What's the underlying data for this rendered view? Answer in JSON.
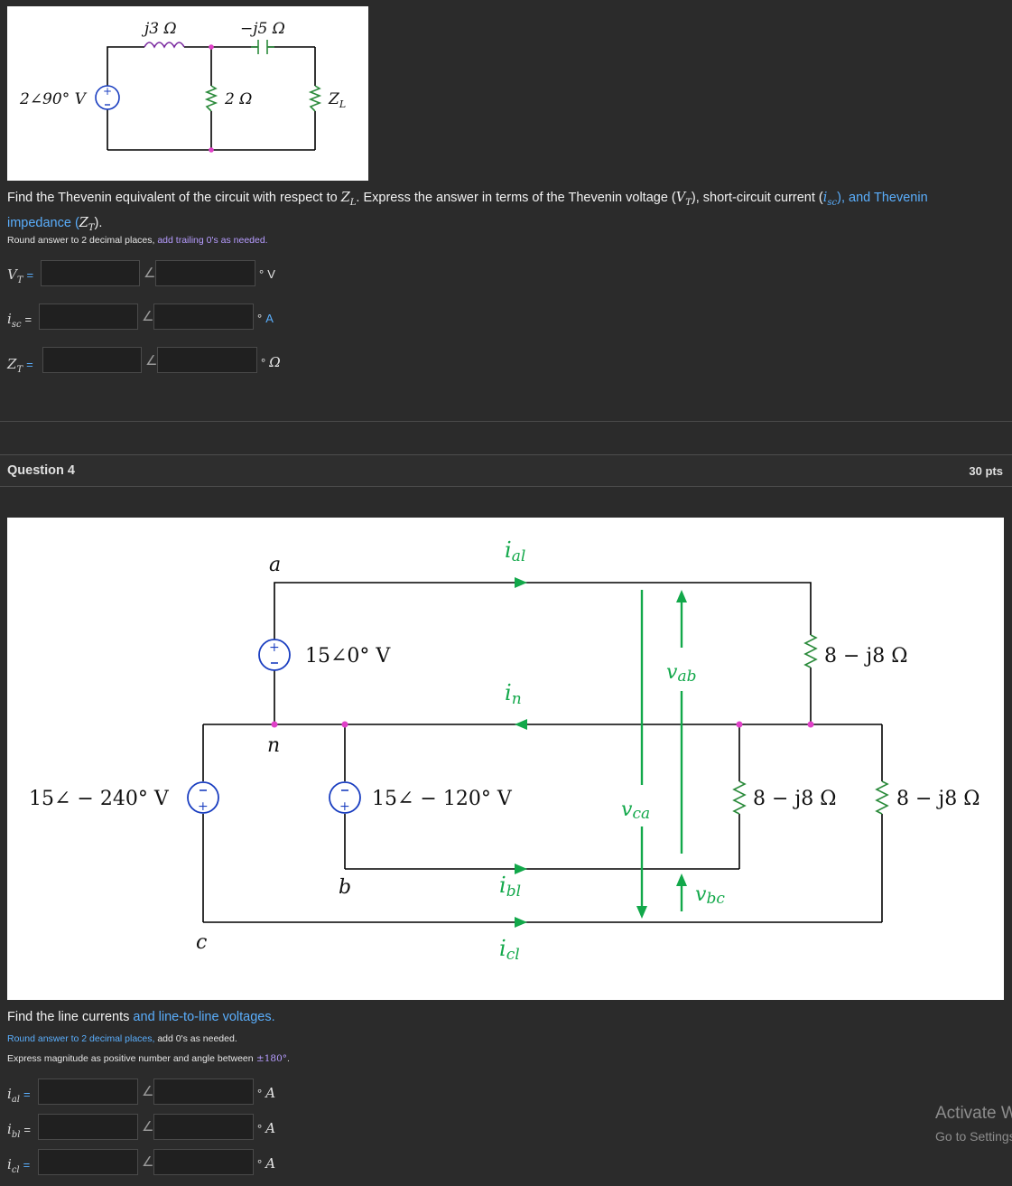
{
  "q3": {
    "circuit": {
      "source": "2∠90° V",
      "l1": "j3 Ω",
      "l2": "−j5 Ω",
      "r1": "2 Ω",
      "zl": "Z",
      "zl_sub": "L"
    },
    "prompt": {
      "a": "Find the Thevenin equivalent of the circuit with respect to ",
      "zl": "Z",
      "zl_sub": "L",
      "b": ". Express the answer in terms of the Thevenin voltage (",
      "vt": "V",
      "vt_sub": "T",
      "c": "), short-circuit current (",
      "isc": "i",
      "isc_sub": "sc",
      "d": "), and Thevenin",
      "e": "impedance (",
      "zt": "Z",
      "zt_sub": "T",
      "f": ")."
    },
    "round_a": "Round answer to 2 decimal places,",
    "round_b": " add trailing 0's as needed.",
    "rows": [
      {
        "sym": "V",
        "sub": "T",
        "eq": "=",
        "angle": "∠",
        "deg": "°",
        "unit": "V"
      },
      {
        "sym": "i",
        "sub": "sc",
        "eq": "=",
        "angle": "∠",
        "deg": "°",
        "unit": "A"
      },
      {
        "sym": "Z",
        "sub": "T",
        "eq": "=",
        "angle": "∠",
        "deg": "°",
        "unit": "Ω"
      }
    ]
  },
  "q4": {
    "title": "Question 4",
    "points": "30 pts",
    "circuit": {
      "a": "a",
      "n": "n",
      "b": "b",
      "c": "c",
      "src_a": "15∠0° V",
      "src_b": "15∠ − 120° V",
      "src_c": "15∠ − 240° V",
      "z1": "8 − j8 Ω",
      "z2": "8 − j8 Ω",
      "z3": "8 − j8 Ω",
      "ial": "i",
      "ial_sub": "al",
      "in": "i",
      "in_sub": "n",
      "ibl": "i",
      "ibl_sub": "bl",
      "icl": "i",
      "icl_sub": "cl",
      "vab": "v",
      "vab_sub": "ab",
      "vbc": "v",
      "vbc_sub": "bc",
      "vca": "v",
      "vca_sub": "ca"
    },
    "prompt_a": "Find the line currents",
    "prompt_b": " and line-to-line voltages.",
    "round_a": "Round answer to 2 decimal places,",
    "round_b": " add 0's as needed.",
    "express_a": "Express magnitude as positive number and angle between",
    "express_b": " ±180°",
    "express_c": ".",
    "rows": [
      {
        "sym": "i",
        "sub": "al",
        "eq": "=",
        "angle": "∠",
        "deg": "°",
        "unit": "A"
      },
      {
        "sym": "i",
        "sub": "bl",
        "eq": "=",
        "angle": "∠",
        "deg": "°",
        "unit": "A"
      },
      {
        "sym": "i",
        "sub": "cl",
        "eq": "=",
        "angle": "∠",
        "deg": "°",
        "unit": "A"
      }
    ]
  },
  "watermark": {
    "line1": "Activate Windows",
    "line2": "Go to Settings to activate Windows."
  },
  "colors": {
    "link_blue": "#5aaefc",
    "purple": "#b69cff",
    "wire_green": "#12a84a",
    "node_magenta": "#e040c8",
    "source_blue": "#1a3ec0"
  }
}
